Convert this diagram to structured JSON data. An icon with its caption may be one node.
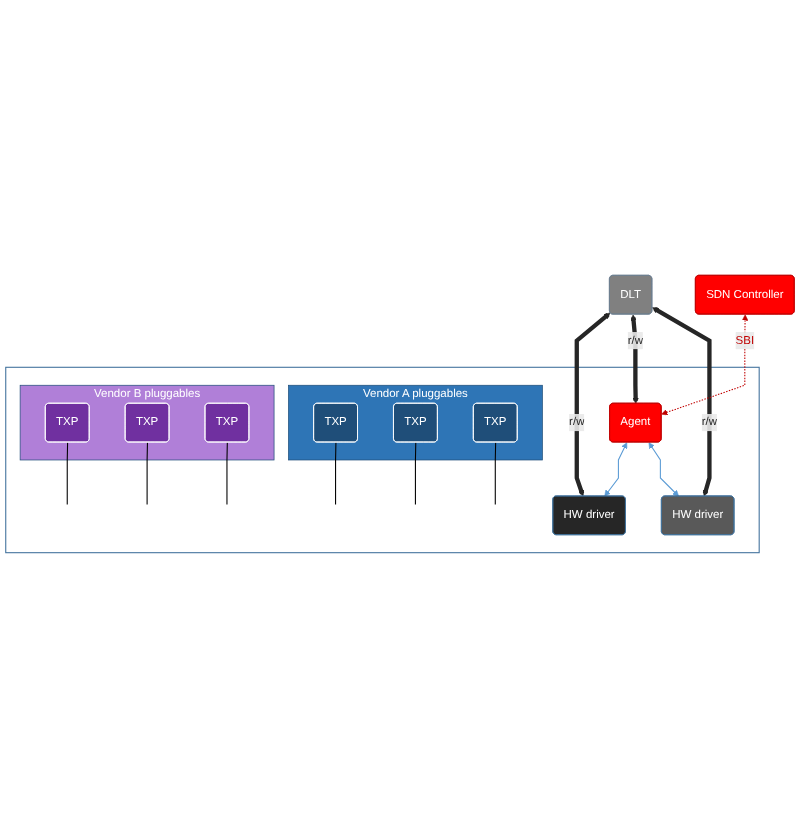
{
  "diagram": {
    "nodes": [
      {
        "text": [
          "DLT"
        ]
      },
      {
        "text": [
          "SDN Controller"
        ]
      },
      {
        "text": [],
        "shape": "box"
      },
      {
        "text": [
          "Agent"
        ],
        "in": 2
      },
      {
        "text": [
          "HW driver"
        ],
        "in": 2
      },
      {
        "text": [
          "HW driver"
        ],
        "in": 2
      },
      {
        "text": [
          "Vendor A pluggables"
        ],
        "in": 2
      },
      {
        "text": [
          "TXP"
        ],
        "in": 6
      },
      {
        "text": [
          "TXP"
        ],
        "in": 6
      },
      {
        "text": [
          "TXP"
        ],
        "in": 6
      },
      {
        "text": [
          "Vendor B pluggables"
        ],
        "in": 2
      },
      {
        "text": [
          "TXP"
        ],
        "in": 10
      },
      {
        "text": [
          "TXP"
        ],
        "in": 10
      },
      {
        "text": [
          "TXP"
        ],
        "in": 10
      }
    ],
    "edges": [
      {
        "from": 0,
        "to": 4,
        "arrow": "both",
        "label": "r/w",
        "style": "thick"
      },
      {
        "from": 0,
        "to": 3,
        "arrow": "both",
        "label": "r/w",
        "style": "thick"
      },
      {
        "from": 0,
        "to": 5,
        "arrow": "both",
        "label": "r/w",
        "style": "thick"
      },
      {
        "from": 1,
        "to": 3,
        "arrow": "both",
        "label": "SBI",
        "style": "dashed",
        "color": "#c00000"
      },
      {
        "from": 3,
        "to": 4,
        "arrow": "both",
        "color": "#5b9bd5"
      },
      {
        "from": 3,
        "to": 5,
        "arrow": "both",
        "color": "#5b9bd5"
      },
      {
        "from": null,
        "to": 7,
        "arrow": "none"
      },
      {
        "from": null,
        "to": 8,
        "arrow": "none"
      },
      {
        "from": null,
        "to": 9,
        "arrow": "none"
      },
      {
        "from": null,
        "to": 11,
        "arrow": "none"
      },
      {
        "from": null,
        "to": 12,
        "arrow": "none"
      },
      {
        "from": null,
        "to": 13,
        "arrow": "none"
      }
    ]
  }
}
